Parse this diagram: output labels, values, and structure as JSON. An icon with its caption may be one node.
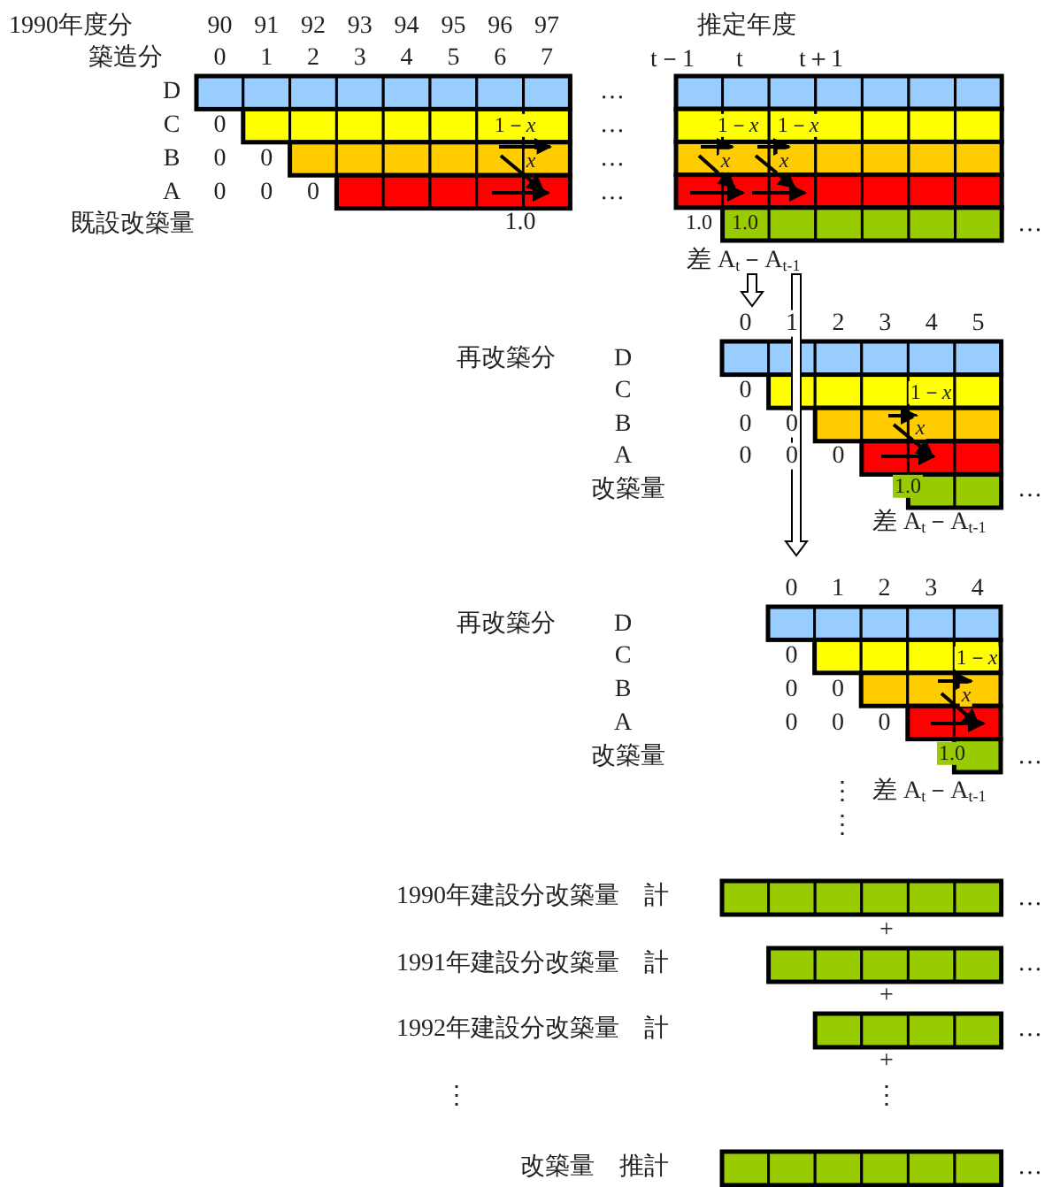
{
  "diagram": {
    "labels": [
      "1990年度分",
      "90",
      "91",
      "92",
      "93",
      "94",
      "95",
      "96",
      "97",
      "推定年度",
      "築造分",
      "0",
      "1",
      "2",
      "3",
      "4",
      "5",
      "6",
      "7",
      "t－1",
      "t",
      "t＋1",
      "D",
      "…",
      "C",
      "0",
      "1－*x*",
      "…",
      "1－*x*",
      "1－*x*",
      "B",
      "0",
      "0",
      "x",
      "…",
      "x",
      "x",
      "A",
      "0",
      "0",
      "0",
      "…",
      "既設改築量",
      "1.0",
      "1.0",
      "1.0",
      "…",
      "差 A$_{t}$－A$_{t-1}$",
      "0",
      "1",
      "2",
      "3",
      "4",
      "5",
      "再改築分",
      "D",
      "C",
      "0",
      "1－*x*",
      "B",
      "0",
      "0",
      "x",
      "A",
      "0",
      "0",
      "0",
      "改築量",
      "1.0",
      "…",
      "差 A$_{t}$－A$_{t-1}$",
      "0",
      "1",
      "2",
      "3",
      "4",
      "再改築分",
      "D",
      "C",
      "0",
      "1－*x*",
      "B",
      "0",
      "0",
      "x",
      "A",
      "0",
      "0",
      "0",
      "改築量",
      "1.0",
      "…",
      "⋮",
      "差 A$_{t}$－A$_{t-1}$",
      "⋮",
      "1990年建設分改築量　計",
      "…",
      "+",
      "1991年建設分改築量　計",
      "…",
      "+",
      "1992年建設分改築量　計",
      "…",
      "+",
      "⋮",
      "⋮",
      "改築量　推計",
      "…"
    ]
  }
}
